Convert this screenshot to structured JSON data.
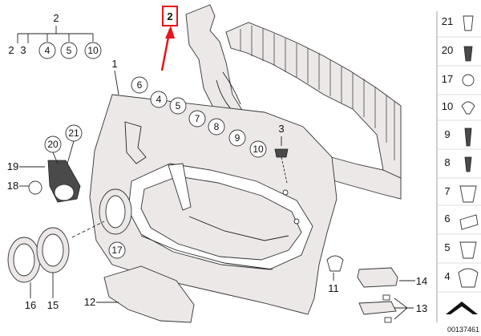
{
  "part_labels": {
    "top_group": "2",
    "top_sub": [
      "2",
      "3",
      "4",
      "5",
      "10"
    ],
    "panel": "1",
    "fasteners_row": [
      "6",
      "4",
      "5",
      "7",
      "8",
      "9",
      "10"
    ],
    "clip_3": "3",
    "left_stack": [
      "21",
      "20",
      "19",
      "18"
    ],
    "speaker_17": "17",
    "rings": [
      "16",
      "15"
    ],
    "armrest": "12",
    "clip_11": "11",
    "handle_14": "14",
    "handle_13": "13",
    "highlighted": "2"
  },
  "sidebar_labels": [
    "21",
    "20",
    "17",
    "10",
    "9",
    "8",
    "7",
    "6",
    "5",
    "4"
  ],
  "caption": "00137461",
  "colors": {
    "highlight": "#e8141c",
    "part_fill": "#ece8e8",
    "line": "#222222"
  }
}
